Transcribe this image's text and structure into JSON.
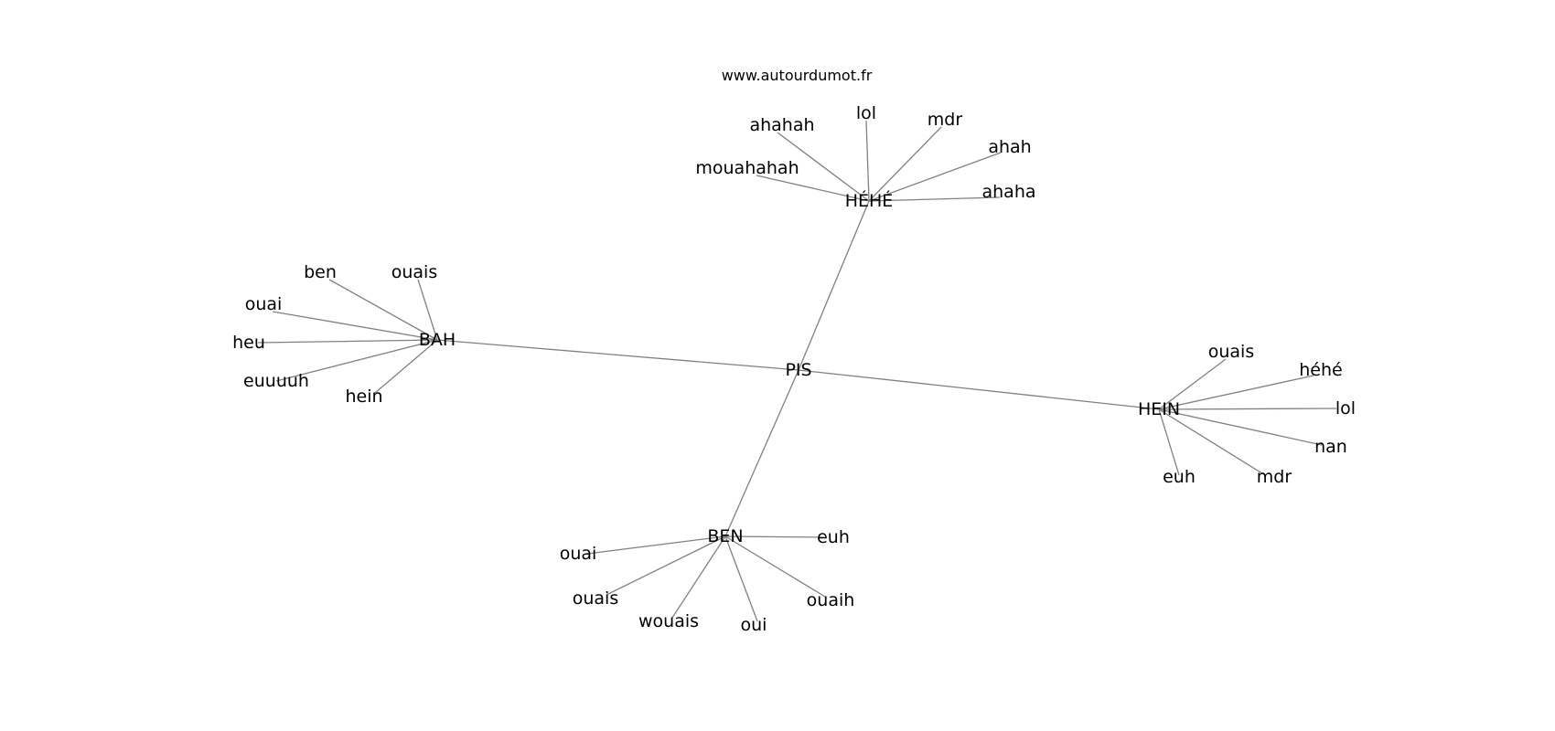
{
  "caption": "www.autourdumot.fr",
  "graph": {
    "center": "PIS",
    "hubs": [
      {
        "label": "HÉHÉ",
        "leaves": [
          "ahahah",
          "lol",
          "mdr",
          "mouahahah",
          "ahah",
          "ahaha"
        ]
      },
      {
        "label": "BAH",
        "leaves": [
          "ben",
          "ouais",
          "ouai",
          "heu",
          "euuuuh",
          "hein"
        ]
      },
      {
        "label": "HEIN",
        "leaves": [
          "ouais",
          "héhé",
          "lol",
          "nan",
          "euh",
          "mdr"
        ]
      },
      {
        "label": "BEN",
        "leaves": [
          "ouai",
          "euh",
          "ouais",
          "ouaih",
          "wouais",
          "oui"
        ]
      }
    ]
  }
}
